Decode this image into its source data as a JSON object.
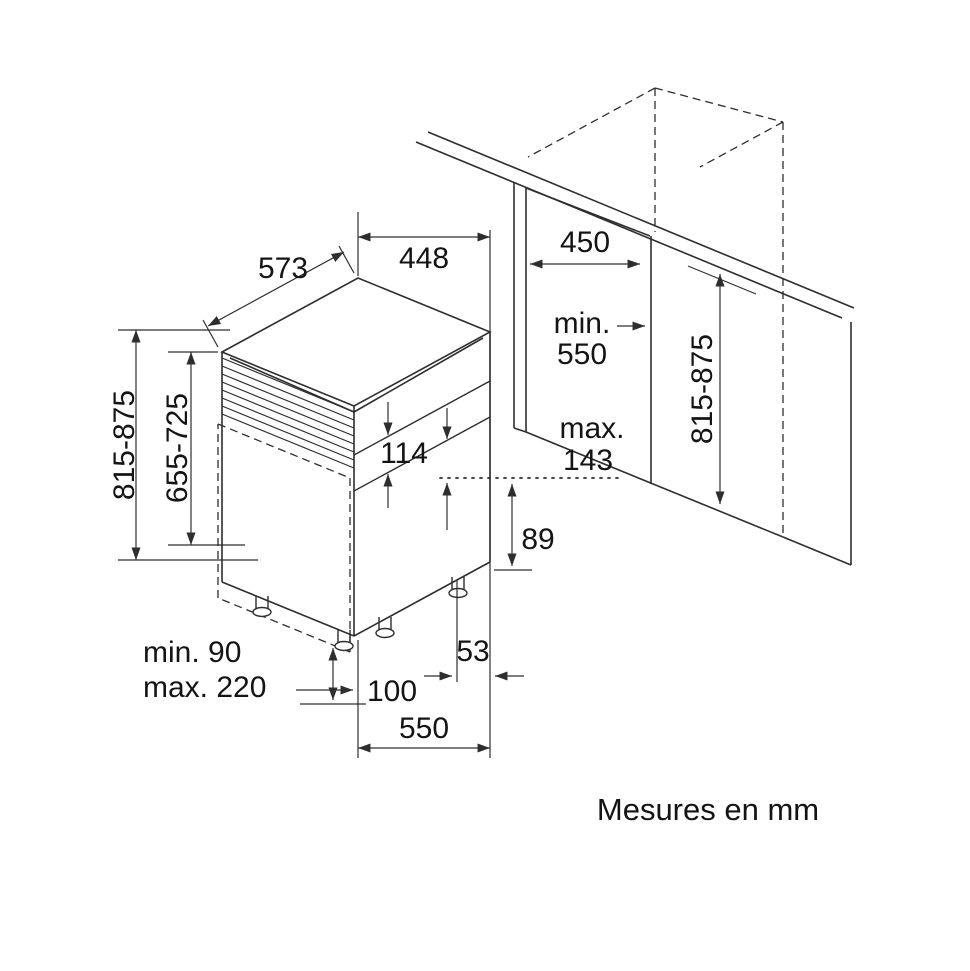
{
  "note": "Mesures en mm",
  "appliance": {
    "depth_top": "573",
    "width_top": "448",
    "height_overall": "815-875",
    "height_door": "655-725",
    "panel_height": "114",
    "rear_clearance": "89",
    "rear_foot_offset": "53",
    "front_foot_offset": "100",
    "base_depth": "550",
    "plinth_min": "min. 90",
    "plinth_max": "max. 220"
  },
  "niche": {
    "width": "450",
    "depth_min_label": "min.",
    "depth_min_value": "550",
    "clearance_max_label": "max.",
    "clearance_max_value": "143",
    "height": "815-875"
  }
}
